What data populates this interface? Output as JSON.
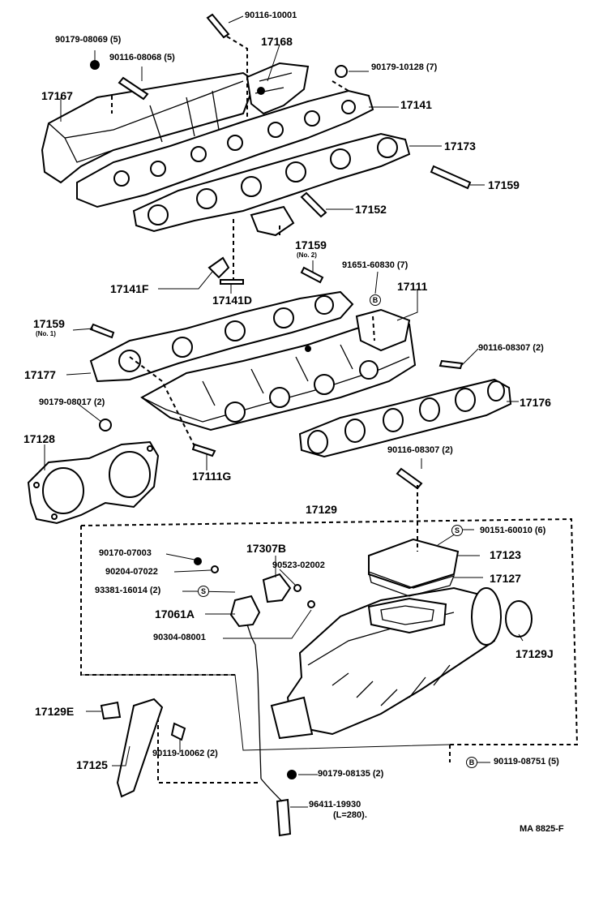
{
  "diagram": {
    "labels": {
      "p90116_10001": "90116-10001",
      "p90179_08069": "90179-08069 (5)",
      "p17168": "17168",
      "p90116_08068": "90116-08068 (5)",
      "p90179_10128": "90179-10128 (7)",
      "p17167": "17167",
      "p17141": "17141",
      "p17173": "17173",
      "p17159a": "17159",
      "p17152": "17152",
      "p17159b": "17159",
      "p17159b_note": "(No. 2)",
      "p91651_60830": "91651-60830 (7)",
      "p17141F": "17141F",
      "p17141D": "17141D",
      "p17111": "17111",
      "p17159c": "17159",
      "p17159c_note": "(No. 1)",
      "p90116_08307a": "90116-08307 (2)",
      "p17177": "17177",
      "p17176": "17176",
      "p90179_08017": "90179-08017 (2)",
      "p17128": "17128",
      "p17111G": "17111G",
      "p90116_08307b": "90116-08307 (2)",
      "p17129": "17129",
      "p90151_60010": "90151-60010 (6)",
      "p90170_07003": "90170-07003",
      "p17307B": "17307B",
      "p17123": "17123",
      "p90204_07022": "90204-07022",
      "p90523_02002": "90523-02002",
      "p17127": "17127",
      "p93381_16014": "93381-16014 (2)",
      "p17061A": "17061A",
      "p90304_08001": "90304-08001",
      "p17129J": "17129J",
      "p17129E": "17129E",
      "p17125": "17125",
      "p90119_10062": "90119-10062 (2)",
      "p90179_08135": "90179-08135 (2)",
      "p90119_08751": "90119-08751 (5)",
      "p96411_19930": "96411-19930",
      "p96411_len": "(L=280).",
      "footer_code": "MA  8825-F"
    },
    "markers": {
      "b": "B",
      "s": "S"
    }
  }
}
